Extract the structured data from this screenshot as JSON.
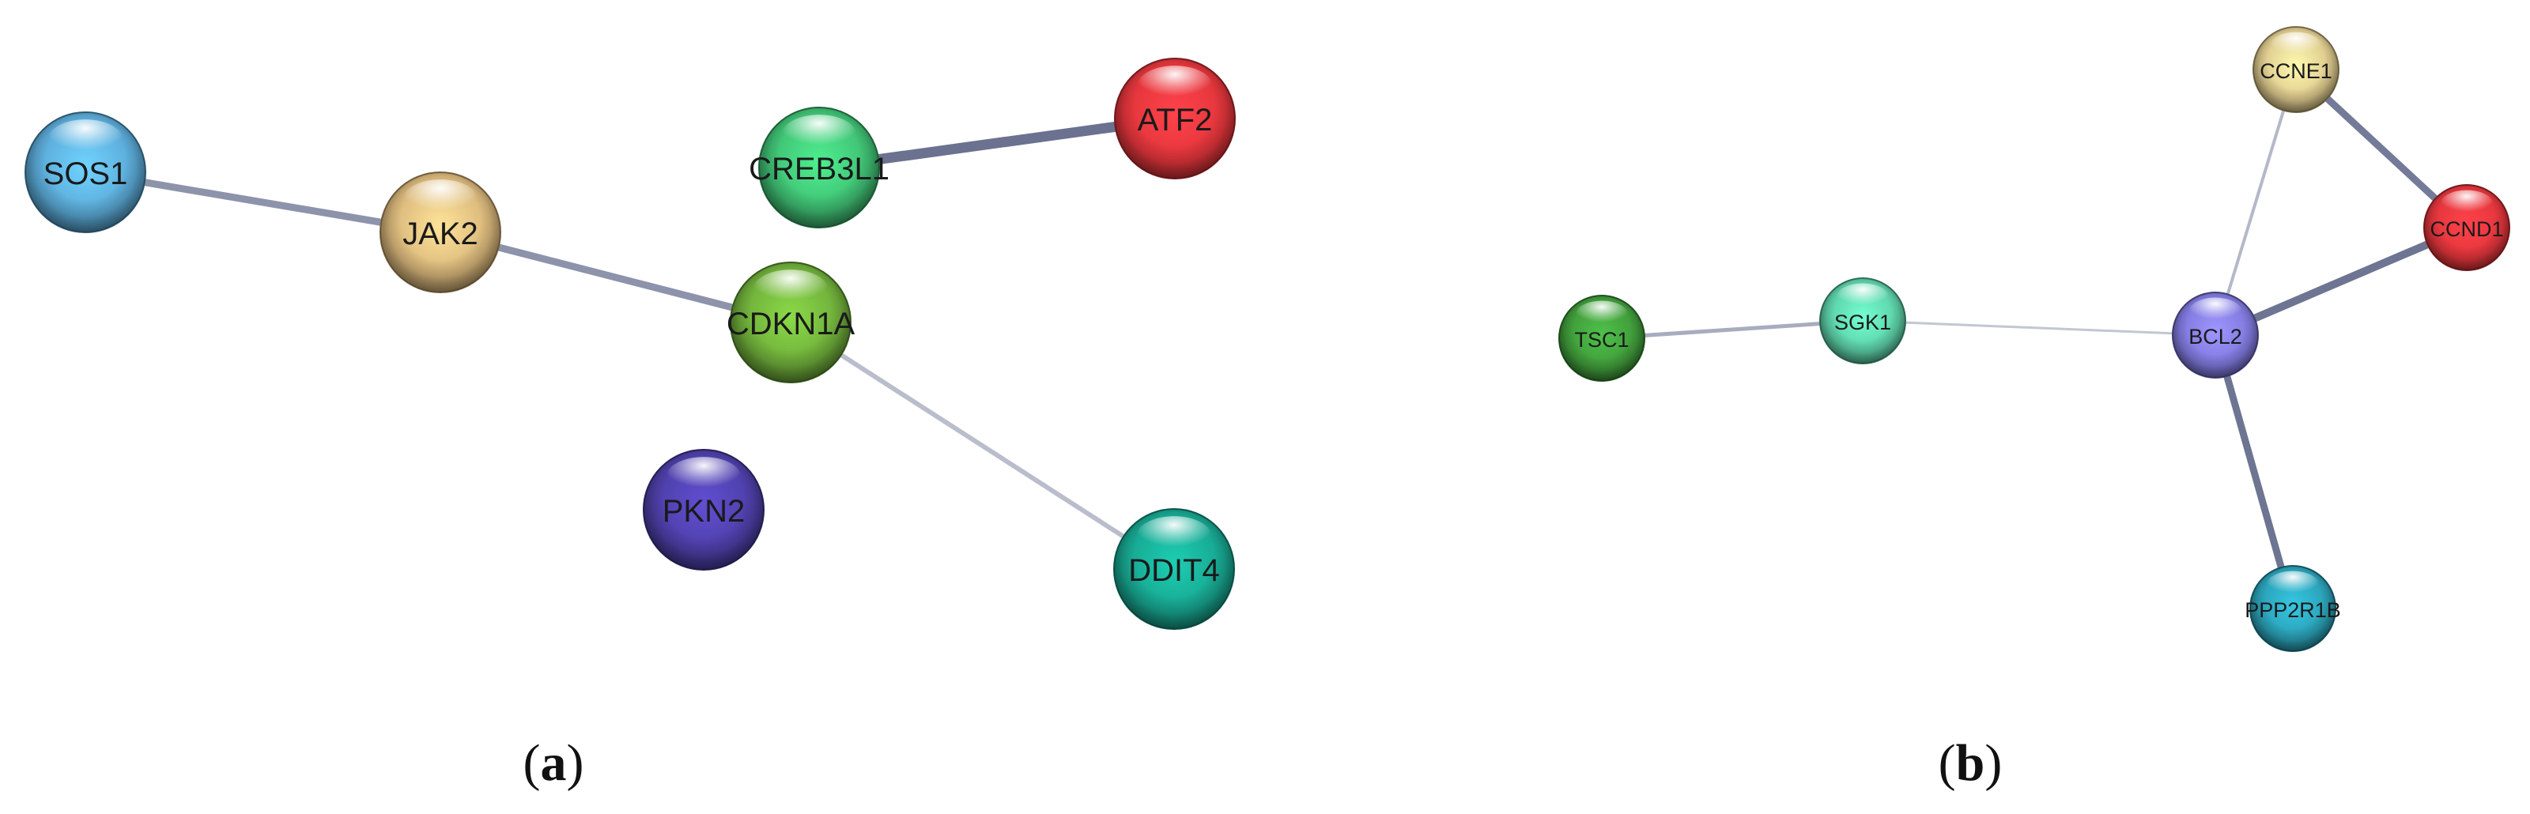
{
  "panels": [
    {
      "label_prefix": "(",
      "label_letter": "a",
      "label_suffix": ")",
      "nodes": [
        {
          "id": "SOS1",
          "label": "SOS1",
          "color": "#5aa9d6"
        },
        {
          "id": "JAK2",
          "label": "JAK2",
          "color": "#d8b67a"
        },
        {
          "id": "CREB3L1",
          "label": "CREB3L1",
          "color": "#3fbf73"
        },
        {
          "id": "ATF2",
          "label": "ATF2",
          "color": "#e2353b"
        },
        {
          "id": "CDKN1A",
          "label": "CDKN1A",
          "color": "#6fae3a"
        },
        {
          "id": "PKN2",
          "label": "PKN2",
          "color": "#4d3fa8"
        },
        {
          "id": "DDIT4",
          "label": "DDIT4",
          "color": "#17a58f"
        }
      ],
      "edges": [
        {
          "source": "SOS1",
          "target": "JAK2"
        },
        {
          "source": "JAK2",
          "target": "CDKN1A"
        },
        {
          "source": "CREB3L1",
          "target": "ATF2"
        },
        {
          "source": "CDKN1A",
          "target": "DDIT4"
        }
      ]
    },
    {
      "label_prefix": "(",
      "label_letter": "b",
      "label_suffix": ")",
      "nodes": [
        {
          "id": "CCNE1",
          "label": "CCNE1",
          "color": "#dcc88c"
        },
        {
          "id": "CCND1",
          "label": "CCND1",
          "color": "#e2353b"
        },
        {
          "id": "TSC1",
          "label": "TSC1",
          "color": "#3f9a3a"
        },
        {
          "id": "SGK1",
          "label": "SGK1",
          "color": "#5cd0a7"
        },
        {
          "id": "BCL2",
          "label": "BCL2",
          "color": "#7f78dc"
        },
        {
          "id": "PPP2R1B",
          "label": "PPP2R1B",
          "color": "#2a9fb5"
        }
      ],
      "edges": [
        {
          "source": "CCNE1",
          "target": "CCND1"
        },
        {
          "source": "CCNE1",
          "target": "BCL2"
        },
        {
          "source": "CCND1",
          "target": "BCL2"
        },
        {
          "source": "TSC1",
          "target": "SGK1"
        },
        {
          "source": "SGK1",
          "target": "BCL2"
        },
        {
          "source": "BCL2",
          "target": "PPP2R1B"
        }
      ]
    }
  ]
}
